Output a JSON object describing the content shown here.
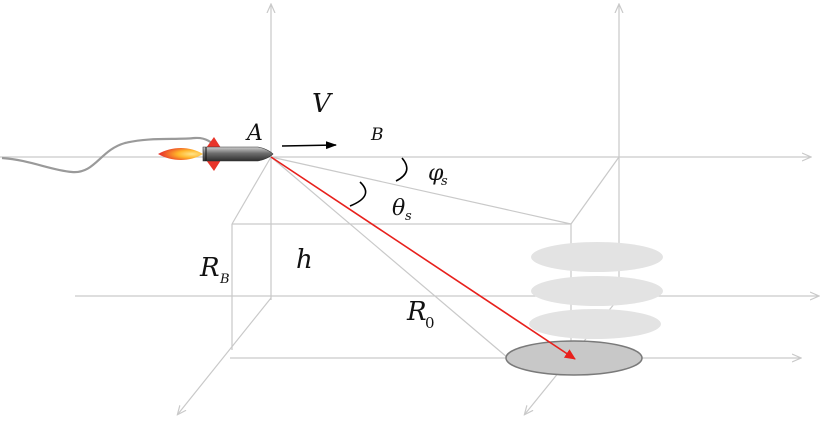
{
  "labels": {
    "velocity": "V",
    "point_a": "A",
    "point_b": "B",
    "phi": "φ",
    "phi_sub": "s",
    "theta": "θ",
    "theta_sub": "s",
    "rb_main": "R",
    "rb_sub": "B",
    "h": "h",
    "r0_main": "R",
    "r0_sub": "0"
  },
  "colors": {
    "axes": "#c9c9c9",
    "slant_range": "#e8201c",
    "target_fill": "#c8c8c8",
    "ghost_fill": "#e3e3e3",
    "velocity_arrow": "#000000",
    "flame_outer": "#e8352a",
    "flame_inner": "#ffd23a"
  },
  "icons": {
    "missile": "missile-icon",
    "smoke_trail": "smoke-trail-icon"
  }
}
